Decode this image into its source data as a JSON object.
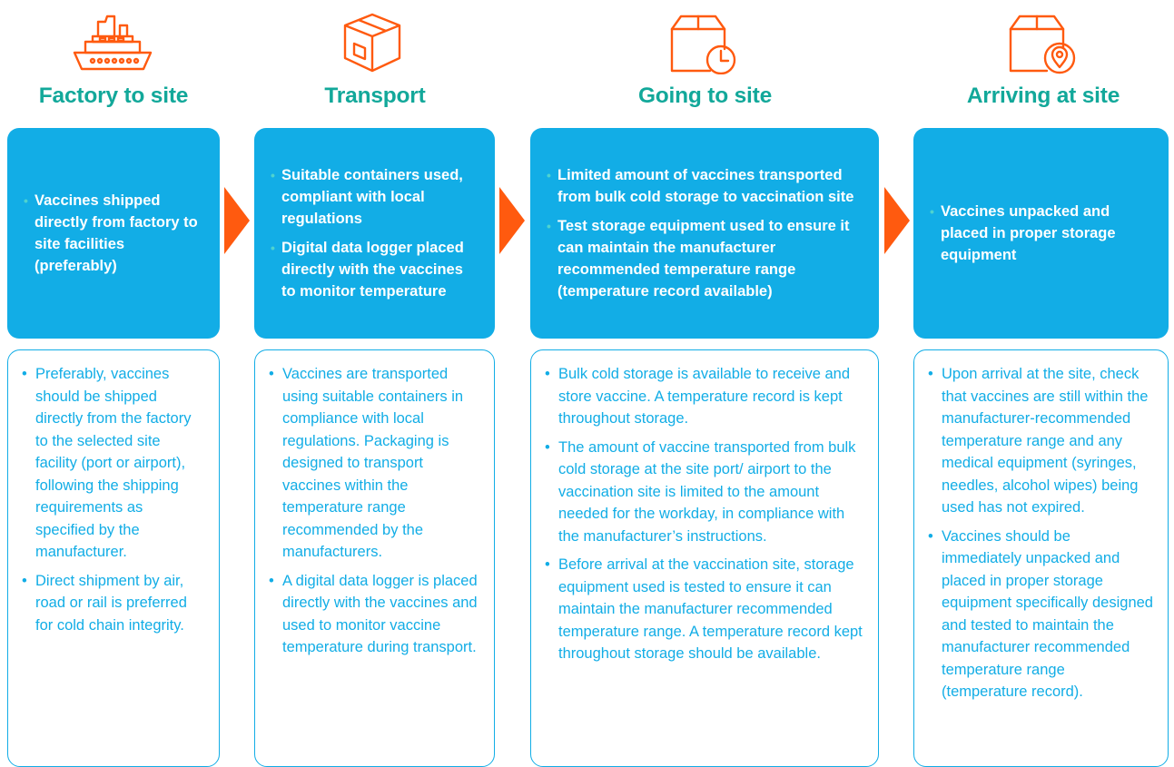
{
  "colors": {
    "title": "#12a89a",
    "summary_bg": "#12ade6",
    "detail": "#12ade6",
    "arrow": "#ff5a0f",
    "icon": "#ff5a0f"
  },
  "stages": [
    {
      "icon": "ship-icon",
      "title": "Factory to site",
      "summary": [
        "Vaccines shipped directly from factory to site facilities (preferably)"
      ],
      "details": [
        "Preferably, vaccines should be shipped directly from the factory to the selected site facility (port or airport), following the shipping requirements as specified by the manufacturer.",
        "Direct shipment by air, road or rail is preferred for cold chain integrity."
      ]
    },
    {
      "icon": "package-box-icon",
      "title": "Transport",
      "summary": [
        "Suitable containers used, compliant with local regulations",
        "Digital data logger placed directly with the vaccines to monitor temperature"
      ],
      "details": [
        "Vaccines are transported using suitable containers in compliance with local regulations. Packaging is designed to transport vaccines within the temperature range recommended by the manufacturers.",
        "A digital data logger is placed directly with the vaccines and used to monitor vaccine temperature during transport."
      ]
    },
    {
      "icon": "box-clock-icon",
      "title": "Going to site",
      "summary": [
        "Limited amount of vaccines transported from bulk cold storage to vaccination site",
        "Test storage equipment used to ensure it can maintain the manufacturer recommended temperature range (temperature record available)"
      ],
      "details": [
        "Bulk cold storage is available to receive and store vaccine. A temperature record is kept throughout storage.",
        "The amount of vaccine transported from bulk cold storage at the site port/ airport to the vaccination site is limited to the amount needed for the workday, in compliance with the manufacturer’s instructions.",
        "Before arrival at the vaccination site, storage equipment used is tested to ensure it can maintain the manufacturer recommended temperature range. A temperature record kept throughout storage should be available."
      ]
    },
    {
      "icon": "box-location-pin-icon",
      "title": "Arriving at site",
      "summary": [
        "Vaccines unpacked and placed in proper storage equipment"
      ],
      "details": [
        "Upon arrival at the site, check that vaccines are still within the manufacturer-recommended temperature range and any medical equipment (syringes, needles, alcohol wipes) being used has not expired.",
        "Vaccines should be immediately unpacked and placed in proper storage equipment specifically designed and tested to maintain the manufacturer recommended temperature range (temperature record)."
      ]
    }
  ]
}
